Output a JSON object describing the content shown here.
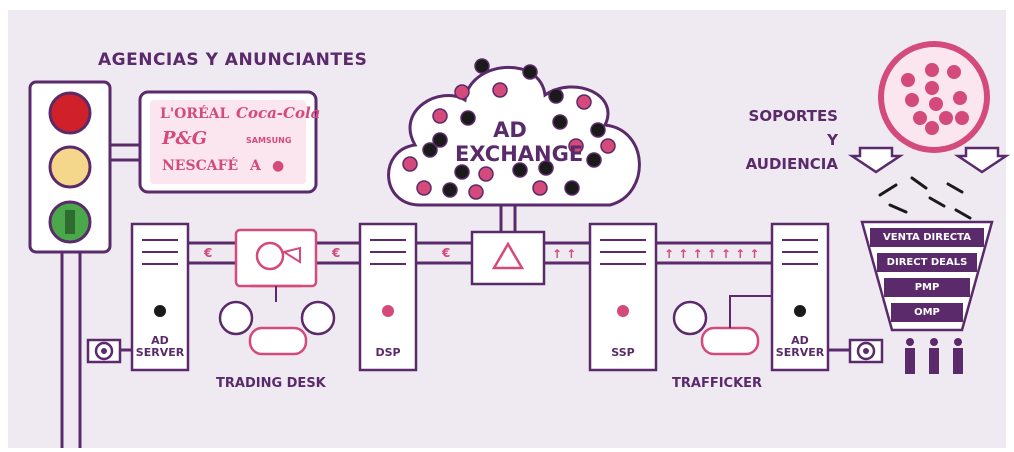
{
  "title_agencies": "AGENCIAS Y ANUNCIANTES",
  "brands": [
    "L'ORÉAL",
    "Coca-Cola",
    "P&G",
    "SAMSUNG",
    "NESCAFÉ"
  ],
  "exchange": {
    "line1": "AD",
    "line2": "EXCHANGE"
  },
  "audience_title": [
    "SOPORTES",
    "Y",
    "AUDIENCIA"
  ],
  "funnel": [
    "VENTA DIRECTA",
    "DIRECT DEALS",
    "PMP",
    "OMP"
  ],
  "nodes": {
    "ad_server_left": [
      "AD",
      "SERVER"
    ],
    "dsp": "DSP",
    "ssp": "SSP",
    "ad_server_right": [
      "AD",
      "SERVER"
    ]
  },
  "roles": {
    "trading_desk": "TRADING DESK",
    "trafficker": "TRAFFICKER"
  },
  "currency": "€",
  "colors": {
    "purple": "#5a2a6a",
    "pink": "#d44a7a",
    "bg": "#efeaf2",
    "red": "#d0202a",
    "yellow": "#f4d78a",
    "green": "#4aa84a"
  }
}
